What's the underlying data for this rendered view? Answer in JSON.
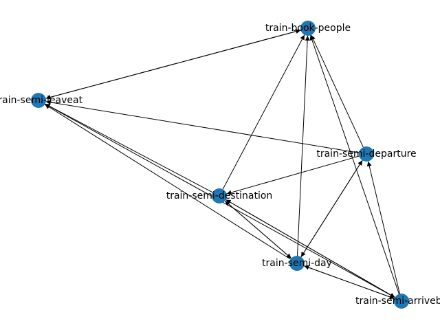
{
  "graph": {
    "node_color": "#1f77b4",
    "edge_color": "#000000",
    "nodes": [
      {
        "id": "train-book-people",
        "label": "train-book-people"
      },
      {
        "id": "train-semi-leaveat",
        "label": "train-semi-leaveat"
      },
      {
        "id": "train-semi-departure",
        "label": "train-semi-departure"
      },
      {
        "id": "train-semi-destination",
        "label": "train-semi-destination"
      },
      {
        "id": "train-semi-day",
        "label": "train-semi-day"
      },
      {
        "id": "train-semi-arriveby",
        "label": "train-semi-arriveby"
      }
    ],
    "edges": [
      {
        "source": "train-book-people",
        "target": "train-semi-leaveat"
      },
      {
        "source": "train-semi-leaveat",
        "target": "train-book-people"
      },
      {
        "source": "train-semi-destination",
        "target": "train-book-people"
      },
      {
        "source": "train-semi-day",
        "target": "train-book-people"
      },
      {
        "source": "train-semi-departure",
        "target": "train-book-people"
      },
      {
        "source": "train-semi-arriveby",
        "target": "train-book-people"
      },
      {
        "source": "train-semi-departure",
        "target": "train-semi-leaveat"
      },
      {
        "source": "train-semi-destination",
        "target": "train-semi-leaveat"
      },
      {
        "source": "train-semi-day",
        "target": "train-semi-leaveat"
      },
      {
        "source": "train-semi-arriveby",
        "target": "train-semi-leaveat"
      },
      {
        "source": "train-semi-departure",
        "target": "train-semi-destination"
      },
      {
        "source": "train-semi-departure",
        "target": "train-semi-day"
      },
      {
        "source": "train-semi-day",
        "target": "train-semi-departure"
      },
      {
        "source": "train-semi-arriveby",
        "target": "train-semi-departure"
      },
      {
        "source": "train-semi-destination",
        "target": "train-semi-day"
      },
      {
        "source": "train-semi-day",
        "target": "train-semi-destination"
      },
      {
        "source": "train-semi-arriveby",
        "target": "train-semi-destination"
      },
      {
        "source": "train-semi-destination",
        "target": "train-semi-arriveby"
      },
      {
        "source": "train-semi-day",
        "target": "train-semi-arriveby"
      },
      {
        "source": "train-semi-arriveby",
        "target": "train-semi-day"
      }
    ]
  }
}
